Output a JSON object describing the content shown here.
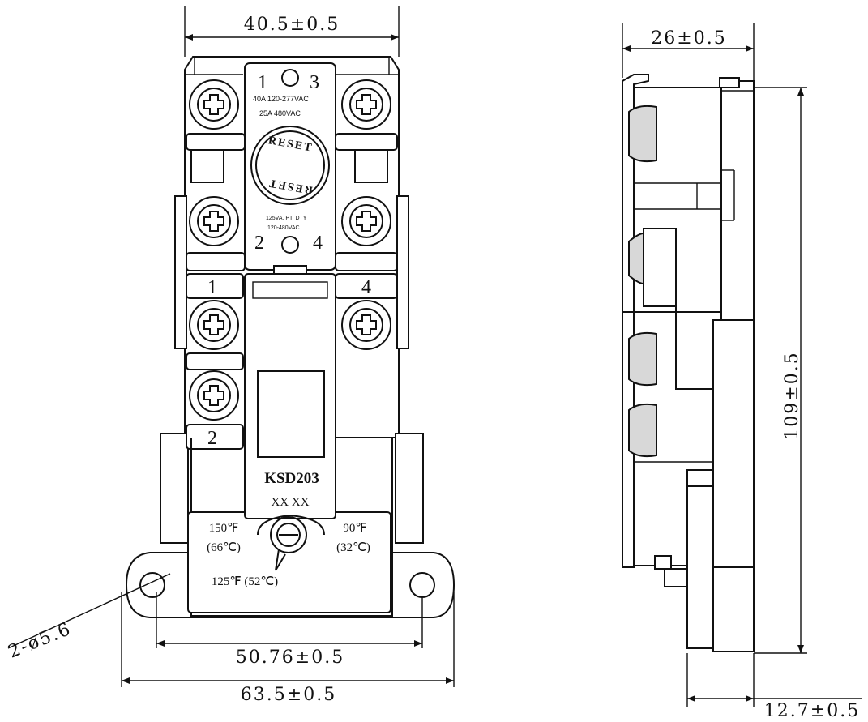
{
  "front_view": {
    "dim_top_width": "40.5±0.5",
    "terminal_top_left": "1",
    "terminal_top_right": "3",
    "rating_line1": "40A  120-277VAC",
    "rating_line2": "25A  480VAC",
    "reset_top": "RESET",
    "reset_bottom": "RESET",
    "pilot_line1": "125VA. PT. DTY",
    "pilot_line2": "120-480VAC",
    "terminal_mid_left": "2",
    "terminal_mid_right": "4",
    "terminal_side_1": "1",
    "terminal_side_4": "4",
    "terminal_side_2": "2",
    "model": "KSD203",
    "model_code": "XX  XX",
    "temp_max_f": "150℉",
    "temp_max_c": "(66℃)",
    "temp_min_f": "90℉",
    "temp_min_c": "(32℃)",
    "temp_mid": "125℉ (52℃)",
    "hole_spec": "2-ø5.6",
    "dim_hole_spacing": "50.76±0.5",
    "dim_base_width": "63.5±0.5"
  },
  "side_view": {
    "dim_depth": "26±0.5",
    "dim_height": "109±0.5",
    "dim_bottom": "12.7±0.5"
  }
}
